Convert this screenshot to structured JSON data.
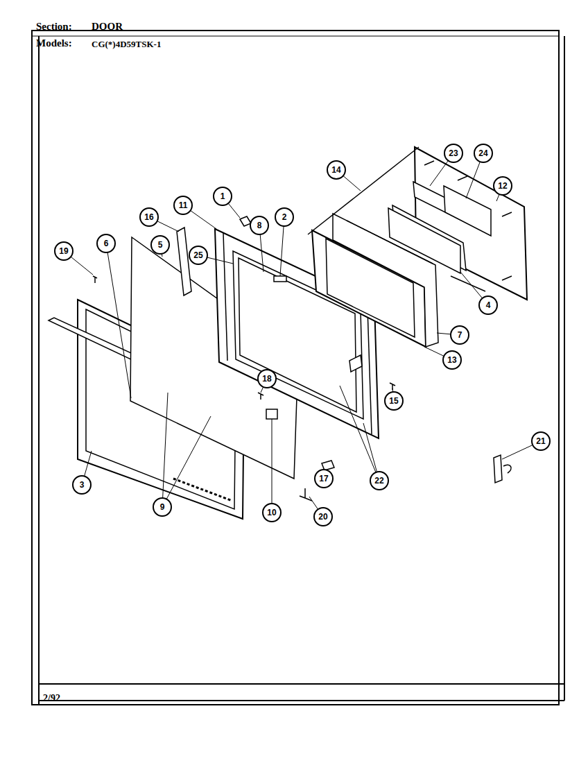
{
  "diagram": {
    "labels": [
      "Section:",
      "DOOR",
      "Models:",
      "CG(*)4D59TSK-1",
      "19",
      "6",
      "5",
      "16",
      "11",
      "1",
      "8",
      "2",
      "25",
      "14",
      "23",
      "24",
      "12",
      "4",
      "7",
      "13",
      "15",
      "18",
      "10",
      "17",
      "22",
      "20",
      "3",
      "9",
      "21",
      "2/92"
    ]
  }
}
